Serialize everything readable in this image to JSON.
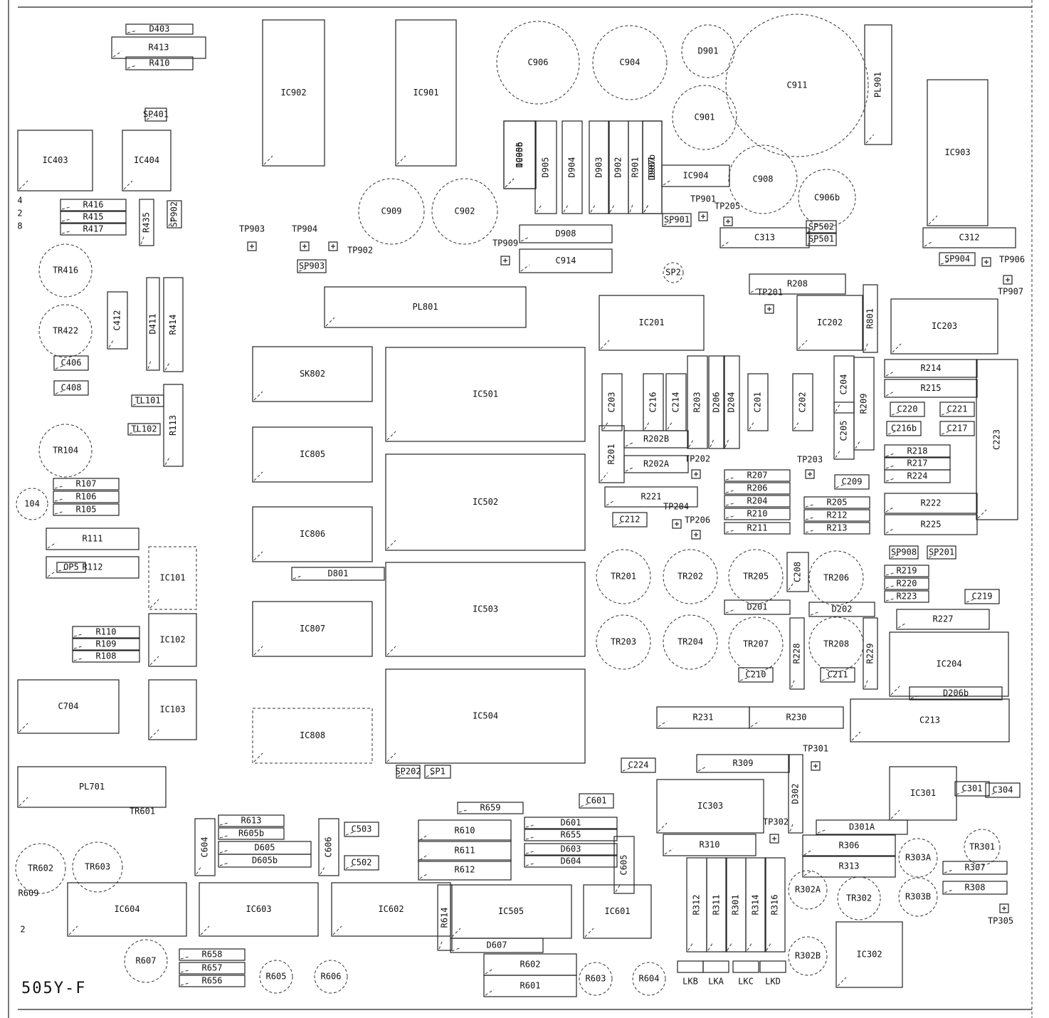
{
  "board_label": "505Y-F",
  "ic": [
    "IC403",
    "IC404",
    "IC902",
    "IC901",
    "IC906",
    "IC903",
    "IC904",
    "PL901",
    "PL801",
    "IC201",
    "IC202",
    "IC203",
    "SK802",
    "IC501",
    "IC805",
    "IC502",
    "IC806",
    "IC503",
    "IC807",
    "IC504",
    "IC808",
    "IC101",
    "IC102",
    "IC103",
    "C704",
    "PL701",
    "IC303",
    "IC301",
    "IC302",
    "IC604",
    "IC603",
    "IC602",
    "IC505",
    "IC601",
    "IC204",
    "C213",
    "C223"
  ],
  "caps": [
    "C906",
    "C904",
    "D901",
    "C901",
    "C911",
    "C909",
    "C902",
    "C908",
    "C906b",
    "C412",
    "C406",
    "C408",
    "C203",
    "C216",
    "C214",
    "C201",
    "C202",
    "C204",
    "C205",
    "C220",
    "C221",
    "C216b",
    "C217",
    "C209",
    "C212",
    "C210",
    "C211",
    "C224",
    "C301",
    "C304",
    "C219",
    "C601",
    "C604",
    "C606",
    "C503",
    "C502",
    "C605"
  ],
  "transistors": [
    "TR416",
    "TR422",
    "TR104",
    "TR201",
    "TR202",
    "TR205",
    "TR206",
    "TR203",
    "TR204",
    "TR207",
    "TR208",
    "TR602",
    "TR603",
    "TR301",
    "TR302",
    "R302A",
    "R302B",
    "R303A",
    "R303B",
    "R607",
    "R605",
    "R606",
    "R603",
    "R604",
    "104"
  ],
  "resistors": [
    "D403",
    "R413",
    "R410",
    "SP401",
    "R416",
    "R415",
    "R417",
    "R435",
    "D411",
    "R414",
    "R107",
    "R106",
    "R105",
    "R111",
    "R112",
    "OP5",
    "R110",
    "R109",
    "R108",
    "R113",
    "TL101",
    "TL102",
    "D905",
    "D904",
    "D903",
    "D902",
    "R901",
    "D907",
    "D905b",
    "D907b",
    "D908",
    "C914",
    "R203",
    "D206",
    "D204",
    "R209",
    "R208",
    "R801",
    "R214",
    "R215",
    "R218",
    "R217",
    "R224",
    "R222",
    "R225",
    "R202B",
    "R202A",
    "R221",
    "R201",
    "R207",
    "R206",
    "R204",
    "R210",
    "R211",
    "R205",
    "R212",
    "R213",
    "C208",
    "R219",
    "R220",
    "R223",
    "R227",
    "D201",
    "D202",
    "R228",
    "R229",
    "D206b",
    "R231",
    "R230",
    "R309",
    "D302",
    "D301A",
    "R306",
    "R313",
    "R310",
    "R307",
    "R308",
    "R312",
    "R311",
    "R301",
    "R314",
    "R316",
    "R613",
    "R605b",
    "D605",
    "D605b",
    "R659",
    "R610",
    "R611",
    "R612",
    "R655",
    "D601",
    "D603",
    "D604",
    "R614",
    "D607",
    "R602",
    "R601",
    "R658",
    "R657",
    "R656",
    "D801",
    "C313",
    "C312",
    "SP501",
    "SP502",
    "SP901",
    "SP902",
    "SP903",
    "SP904",
    "SP908",
    "SP201",
    "SP202",
    "SP1",
    "SP2",
    "OP901"
  ],
  "testpoints": [
    "TP902",
    "TP903",
    "TP904",
    "TP901",
    "TP205",
    "TP909",
    "TP906",
    "TP907",
    "TP201",
    "TP202",
    "TP203",
    "TP204",
    "TP206",
    "TP301",
    "TP302",
    "TP305"
  ],
  "links": [
    "LKB",
    "LKA",
    "LKC",
    "LKD"
  ],
  "misc": [
    "TR601",
    "4",
    "2",
    "8",
    "R609",
    "2"
  ]
}
